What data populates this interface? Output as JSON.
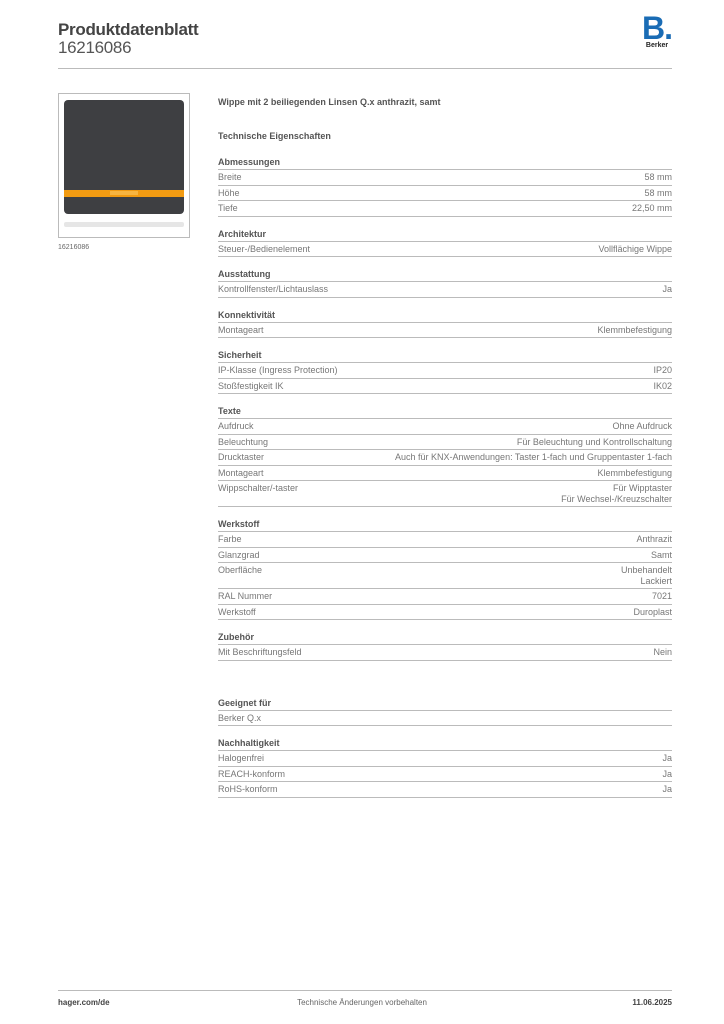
{
  "header": {
    "title": "Produktdatenblatt",
    "article_number": "16216086",
    "logo_text": "Berker",
    "logo_letter": "B."
  },
  "image": {
    "caption": "16216086"
  },
  "product": {
    "name": "Wippe mit 2 beiliegenden Linsen Q.x anthrazit, samt",
    "section_title": "Technische Eigenschaften"
  },
  "sections": [
    {
      "heading": "Abmessungen",
      "rows": [
        {
          "label": "Breite",
          "values": [
            "58 mm"
          ]
        },
        {
          "label": "Höhe",
          "values": [
            "58 mm"
          ]
        },
        {
          "label": "Tiefe",
          "values": [
            "22,50 mm"
          ]
        }
      ]
    },
    {
      "heading": "Architektur",
      "rows": [
        {
          "label": "Steuer-/Bedienelement",
          "values": [
            "Vollflächige Wippe"
          ]
        }
      ]
    },
    {
      "heading": "Ausstattung",
      "rows": [
        {
          "label": "Kontrollfenster/Lichtauslass",
          "values": [
            "Ja"
          ]
        }
      ]
    },
    {
      "heading": "Konnektivität",
      "rows": [
        {
          "label": "Montageart",
          "values": [
            "Klemmbefestigung"
          ]
        }
      ]
    },
    {
      "heading": "Sicherheit",
      "rows": [
        {
          "label": "IP-Klasse (Ingress Protection)",
          "values": [
            "IP20"
          ]
        },
        {
          "label": "Stoßfestigkeit IK",
          "values": [
            "IK02"
          ]
        }
      ]
    },
    {
      "heading": "Texte",
      "rows": [
        {
          "label": "Aufdruck",
          "values": [
            "Ohne Aufdruck"
          ]
        },
        {
          "label": "Beleuchtung",
          "values": [
            "Für Beleuchtung und Kontrollschaltung"
          ]
        },
        {
          "label": "Drucktaster",
          "values": [
            "Auch für KNX-Anwendungen: Taster 1-fach und Gruppentaster 1-fach"
          ]
        },
        {
          "label": "Montageart",
          "values": [
            "Klemmbefestigung"
          ]
        },
        {
          "label": "Wippschalter/-taster",
          "values": [
            "Für Wipptaster",
            "Für Wechsel-/Kreuzschalter"
          ]
        }
      ]
    },
    {
      "heading": "Werkstoff",
      "rows": [
        {
          "label": "Farbe",
          "values": [
            "Anthrazit"
          ]
        },
        {
          "label": "Glanzgrad",
          "values": [
            "Samt"
          ]
        },
        {
          "label": "Oberfläche",
          "values": [
            "Unbehandelt",
            "Lackiert"
          ]
        },
        {
          "label": "RAL Nummer",
          "values": [
            "7021"
          ]
        },
        {
          "label": "Werkstoff",
          "values": [
            "Duroplast"
          ]
        }
      ]
    },
    {
      "heading": "Zubehör",
      "rows": [
        {
          "label": "Mit Beschriftungsfeld",
          "values": [
            "Nein"
          ]
        }
      ]
    },
    {
      "heading": "Geeignet für",
      "gap": true,
      "rows": [
        {
          "label": "Berker Q.x",
          "values": []
        }
      ]
    },
    {
      "heading": "Nachhaltigkeit",
      "rows": [
        {
          "label": "Halogenfrei",
          "values": [
            "Ja"
          ]
        },
        {
          "label": "REACH-konform",
          "values": [
            "Ja"
          ]
        },
        {
          "label": "RoHS-konform",
          "values": [
            "Ja"
          ]
        }
      ]
    }
  ],
  "footer": {
    "website": "hager.com/de",
    "notice": "Technische Änderungen vorbehalten",
    "date": "11.06.2025"
  },
  "colors": {
    "brand": "#1a6cb5",
    "lens": "#f29b12",
    "rocker": "#3e3f42"
  }
}
